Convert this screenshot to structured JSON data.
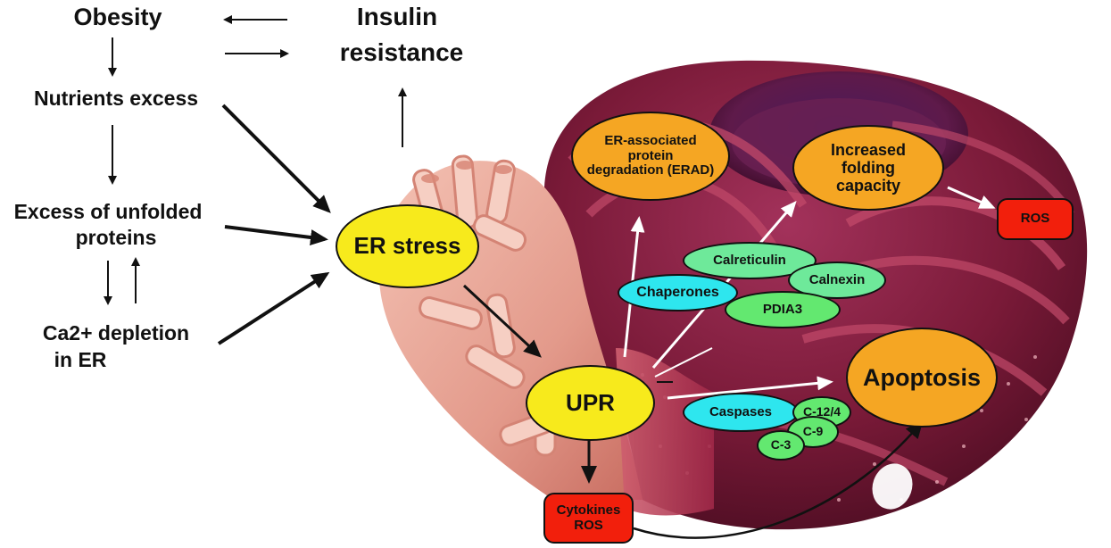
{
  "labels": {
    "obesity": "Obesity",
    "insulin_line1": "Insulin",
    "insulin_line2": "resistance",
    "nutrients": "Nutrients excess",
    "unfolded_line1": "Excess of unfolded",
    "unfolded_line2": "proteins",
    "calcium_line1": "Ca2+ depletion",
    "calcium_line2": "in ER"
  },
  "nodes": {
    "er_stress": "ER stress",
    "upr": "UPR",
    "erad_line1": "ER-associated",
    "erad_line2": "protein",
    "erad_line3": "degradation (ERAD)",
    "folding_line1": "Increased",
    "folding_line2": "folding",
    "folding_line3": "capacity",
    "ros_top": "ROS",
    "calreticulin": "Calreticulin",
    "calnexin": "Calnexin",
    "chaperones": "Chaperones",
    "pdia3": "PDIA3",
    "apoptosis": "Apoptosis",
    "caspases": "Caspases",
    "c124": "C-12/4",
    "c9": "C-9",
    "c3": "C-3",
    "cytokines_line1": "Cytokines",
    "cytokines_line2": "ROS"
  },
  "colors": {
    "yellow": "#f7ea1c",
    "orange": "#f5a623",
    "cyan": "#2ee6ee",
    "green": "#63e870",
    "lightgreen": "#6ee99a",
    "red": "#f21f0c",
    "er_pink": "#e9a497",
    "organelle_dark": "#7a1a38"
  }
}
